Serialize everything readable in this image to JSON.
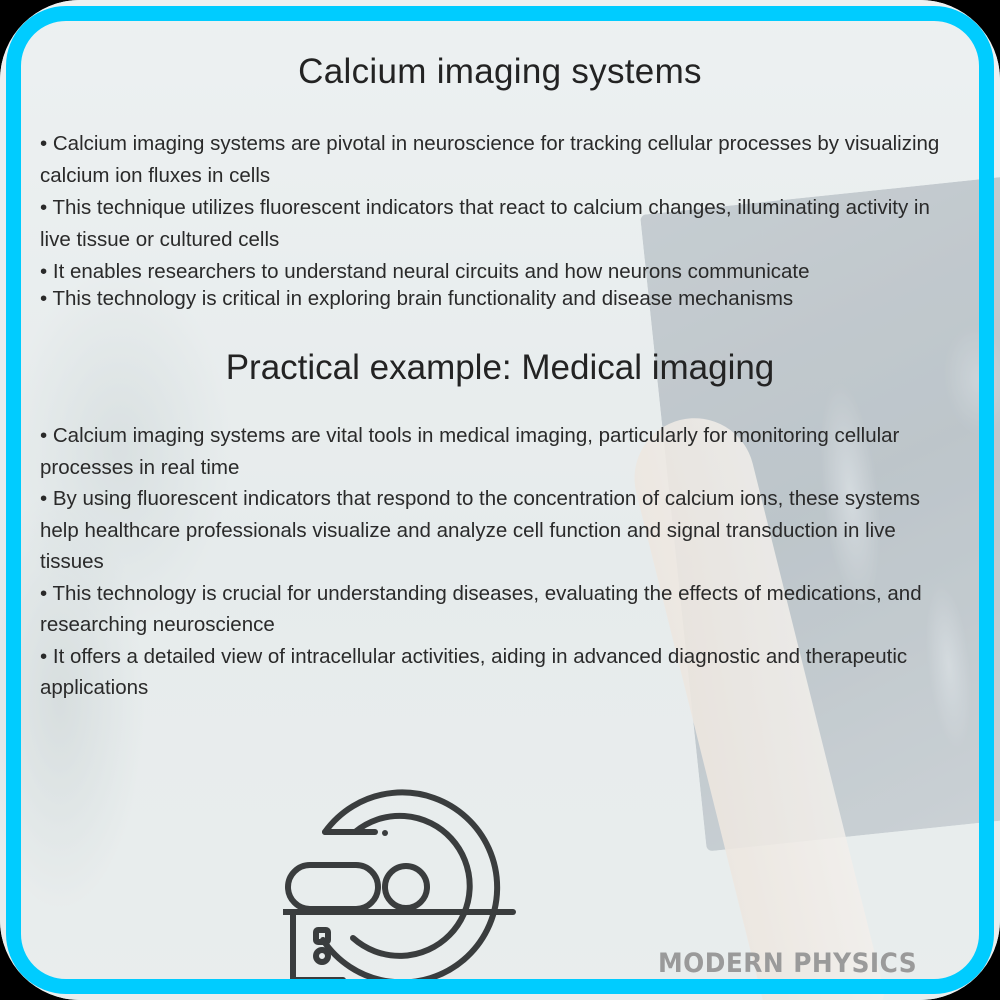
{
  "slide": {
    "title": "Calcium imaging systems",
    "section1_bullets": [
      "• Calcium imaging systems are pivotal in neuroscience for tracking cellular processes by visualizing calcium ion fluxes in cells",
      "• This technique utilizes fluorescent indicators that react to calcium changes, illuminating activity in live tissue or cultured cells",
      "• It enables researchers to understand neural circuits and how neurons communicate",
      "• This technology is critical in exploring brain functionality and disease mechanisms"
    ],
    "subtitle": "Practical example: Medical imaging",
    "section2_bullets": [
      "• Calcium imaging systems are vital tools in medical imaging, particularly for monitoring cellular processes in real time",
      "• By using fluorescent indicators that respond to the concentration of calcium ions, these systems help healthcare professionals visualize and analyze cell function and signal transduction in live tissues",
      "• This technology is crucial for understanding diseases, evaluating the effects of medications, and researching neuroscience",
      "• It offers a detailed view of intracellular activities, aiding in advanced diagnostic and therapeutic applications"
    ],
    "icon": "mri-scanner-icon",
    "watermark": "MODERN PHYSICS"
  },
  "colors": {
    "frame": "#00ccff",
    "text": "#2a2a2a",
    "icon_stroke": "#3a3d3e",
    "watermark": "#9a9a9a"
  }
}
